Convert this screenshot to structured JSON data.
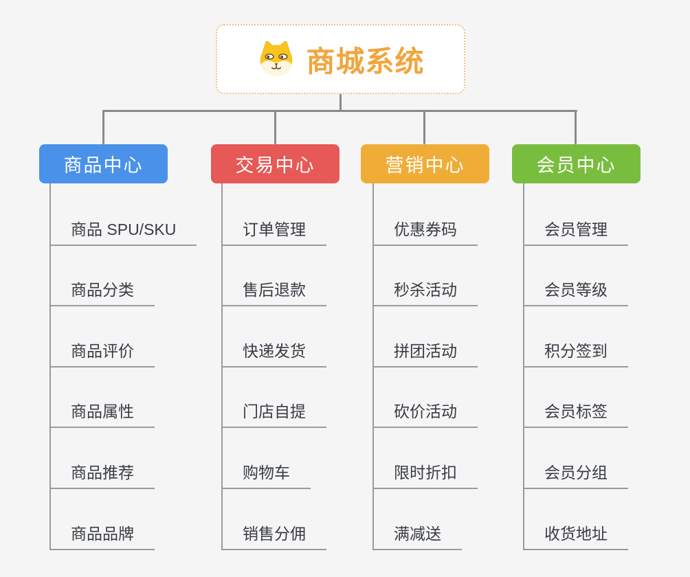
{
  "root": {
    "title": "商城系统",
    "icon": "dog-face-icon",
    "title_color": "#f0a53d",
    "border_color": "#edbe7d"
  },
  "branches": [
    {
      "label": "商品中心",
      "color": "#4a91ea",
      "items": [
        "商品 SPU/SKU",
        "商品分类",
        "商品评价",
        "商品属性",
        "商品推荐",
        "商品品牌"
      ]
    },
    {
      "label": "交易中心",
      "color": "#e65956",
      "items": [
        "订单管理",
        "售后退款",
        "快递发货",
        "门店自提",
        "购物车",
        "销售分佣"
      ]
    },
    {
      "label": "营销中心",
      "color": "#efad38",
      "items": [
        "优惠券码",
        "秒杀活动",
        "拼团活动",
        "砍价活动",
        "限时折扣",
        "满减送"
      ]
    },
    {
      "label": "会员中心",
      "color": "#79bd3f",
      "items": [
        "会员管理",
        "会员等级",
        "积分签到",
        "会员标签",
        "会员分组",
        "收货地址"
      ]
    }
  ],
  "colors": {
    "canvas_background": "#f5f5f6",
    "connector_main": "#8a8a8a",
    "connector_sub": "#9a9a9a",
    "sub_text": "#383c42"
  }
}
